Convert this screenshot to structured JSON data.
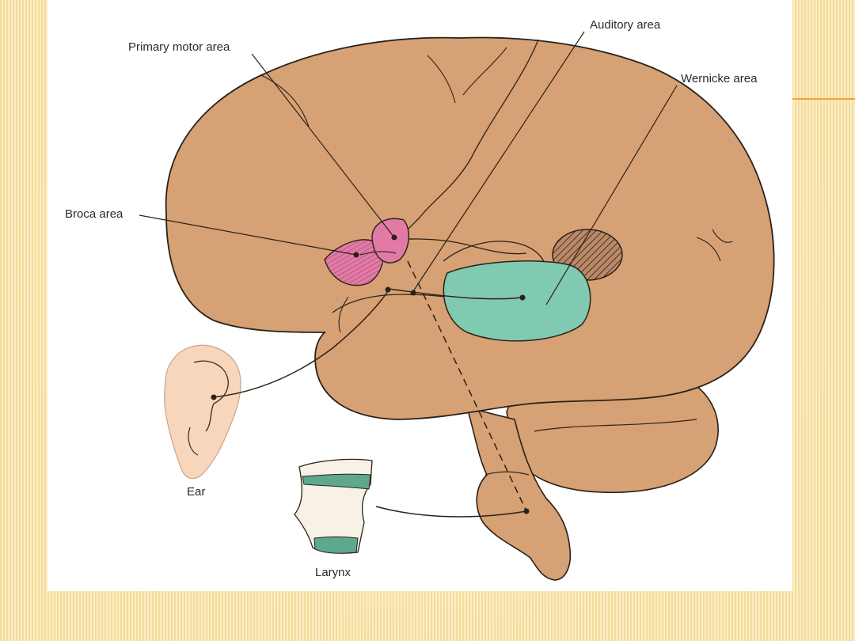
{
  "labels": {
    "primary_motor": "Primary motor area",
    "auditory": "Auditory area",
    "wernicke": "Wernicke area",
    "broca": "Broca area",
    "ear": "Ear",
    "larynx": "Larynx"
  },
  "colors": {
    "brain": "#d6a174",
    "motor_broca": "#e27aa6",
    "wernicke": "#7fcab0",
    "ear": "#f8d6bc",
    "larynx": "#f7f1e6",
    "larynx_cartilage": "#5ea88e",
    "accent": "#f0a13a"
  }
}
